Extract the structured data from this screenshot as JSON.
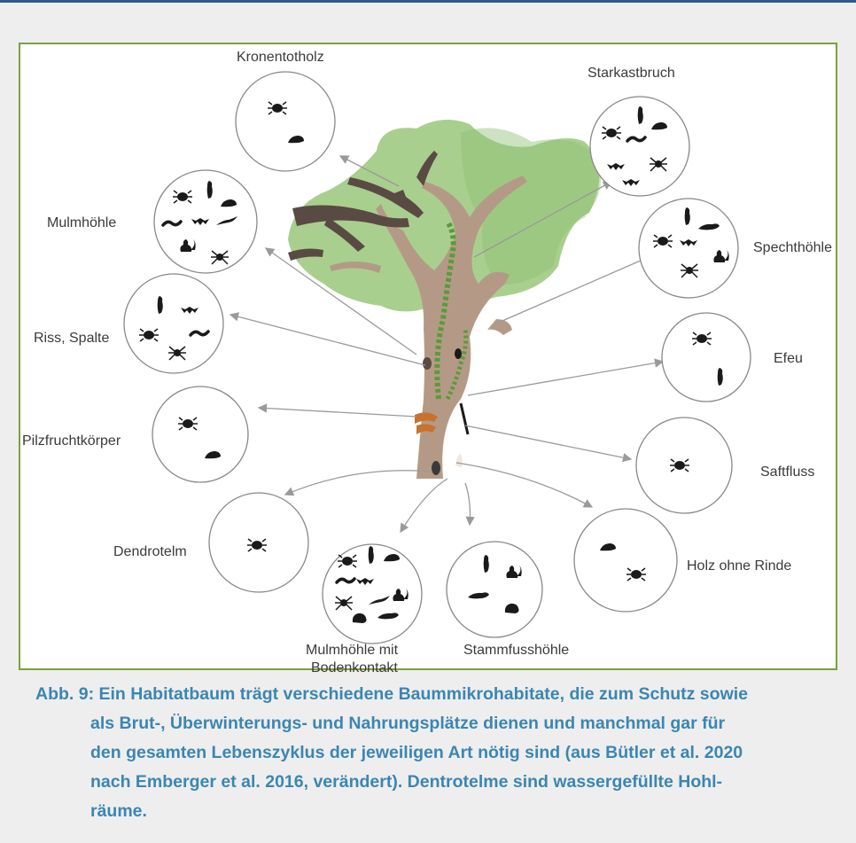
{
  "diagram": {
    "labels": {
      "kronentotholz": "Kronentotholz",
      "starkastbruch": "Starkastbruch",
      "mulmhoehle": "Mulmhöhle",
      "spechthoehle": "Spechthöhle",
      "riss_spalte": "Riss, Spalte",
      "efeu": "Efeu",
      "pilzfruchtkoerper": "Pilzfruchtkörper",
      "saftfluss": "Saftfluss",
      "dendrotelm": "Dendrotelm",
      "holz_ohne_rinde": "Holz ohne Rinde",
      "mulmhoehle_boden_line1": "Mulmhöhle mit",
      "mulmhoehle_boden_line2": "Bodenkontakt",
      "stammfusshoehle": "Stammfusshöhle"
    },
    "colors": {
      "foliage": "#a9cf8e",
      "foliage_dark": "#8fbf73",
      "trunk": "#b49a86",
      "deadwood": "#5a4a44",
      "ivy": "#5a9a3a",
      "circle_stroke": "#888888",
      "arrow": "#9a9a9a",
      "animal": "#1a1a1a"
    }
  },
  "caption": {
    "line1": "Abb. 9: Ein Habitatbaum trägt verschiedene Baummikrohabitate, die zum Schutz sowie",
    "line2": "als Brut-, Überwinterungs- und Nahrungsplätze dienen und manchmal gar für",
    "line3": "den gesamten Lebenszyklus der jeweiligen Art nötig sind (aus Bütler et al. 2020",
    "line4": "nach Emberger et al. 2016, verändert). Dentrotelme sind wassergefüllte Hohl-",
    "line5": "räume."
  },
  "colors": {
    "top_rule": "#2f5a8a",
    "frame_border": "#7aa23a",
    "caption_text": "#3a86b3"
  }
}
